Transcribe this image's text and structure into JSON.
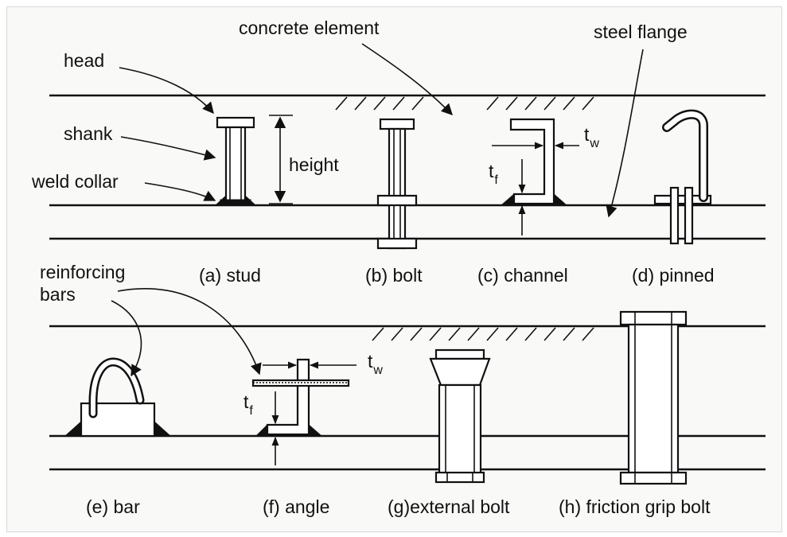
{
  "labels": {
    "head": "head",
    "shank": "shank",
    "weld_collar": "weld collar",
    "height": "height",
    "concrete_element": "concrete element",
    "steel_flange": "steel flange",
    "reinforcing": "reinforcing",
    "bars": "bars",
    "t": "t",
    "w": "w",
    "f": "f"
  },
  "connectors": [
    {
      "label": "(a) stud"
    },
    {
      "label": "(b) bolt"
    },
    {
      "label": "(c) channel"
    },
    {
      "label": "(d) pinned"
    },
    {
      "label": "(e) bar"
    },
    {
      "label": "(f) angle"
    },
    {
      "label": "(g)external bolt"
    },
    {
      "label": "(h) friction grip bolt"
    }
  ]
}
